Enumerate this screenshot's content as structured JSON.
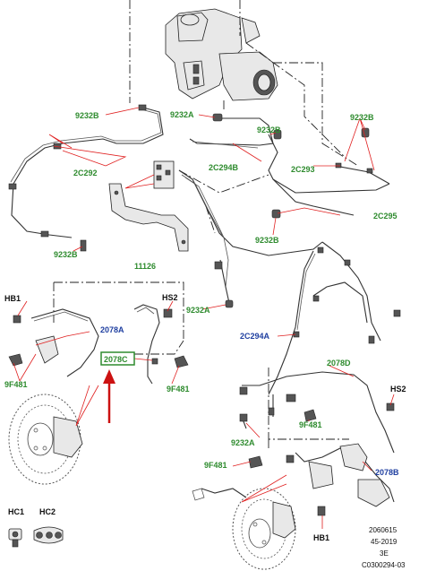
{
  "labels": {
    "hb1_left": "HB1",
    "hs2_left": "HS2",
    "p9232b_tl": "9232B",
    "p9232a_top": "9232A",
    "p9232b_mid": "9232B",
    "p9232b_right": "9232B",
    "p2c292": "2C292",
    "p2c294b": "2C294B",
    "p2c293": "2C293",
    "p2c295": "2C295",
    "p9232b_low": "9232B",
    "p9232b_lowleft": "9232B",
    "p11126": "11126",
    "p9232a_mid": "9232A",
    "p2078a": "2078A",
    "p2078c": "2078C",
    "p9f481_left": "9F481",
    "p9f481_mid": "9F481",
    "p2c294a": "2C294A",
    "p2078d": "2078D",
    "hs2_right": "HS2",
    "p9f481_right": "9F481",
    "p9232a_low": "9232A",
    "p9f481_low": "9F481",
    "p2078b": "2078B",
    "hc1": "HC1",
    "hc2": "HC2",
    "hb1_right": "HB1"
  },
  "footer": {
    "line1": "2060615",
    "line2": "45-2019",
    "line3": "3E",
    "line4": "C0300294-03"
  },
  "colors": {
    "part_label": "#2e8b2e",
    "assembly_label": "#1f3fa0",
    "leader_line": "#e02020",
    "highlight_box": "#2e8b2e",
    "arrow": "#cc1111"
  }
}
